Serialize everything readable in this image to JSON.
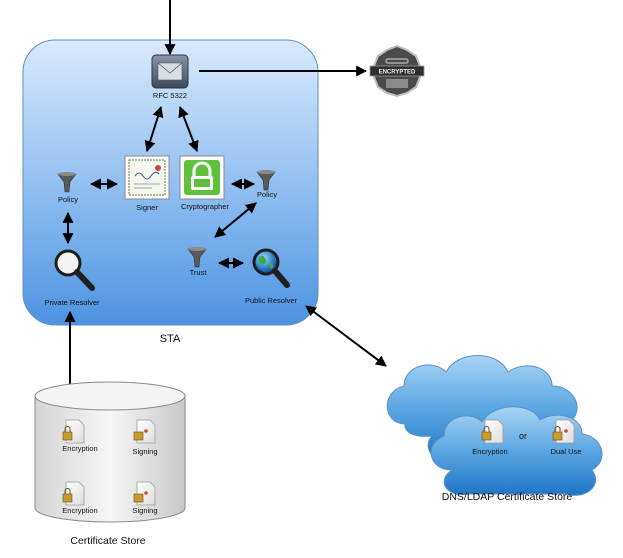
{
  "diagram": {
    "sta_label": "STA",
    "rfc_label": "RFC 5322",
    "encrypted_badge": "ENCRYPTED",
    "signer_label": "Signer",
    "cryptographer_label": "Cryptographer",
    "policy_left_label": "Policy",
    "policy_right_label": "Policy",
    "trust_label": "Trust",
    "private_resolver_label": "Private Resolver",
    "public_resolver_label": "Public Resolver",
    "cert_store": {
      "title": "Certificate Store",
      "items": [
        "Encryption",
        "Signing",
        "Encryption",
        "Signing"
      ]
    },
    "cloud_store": {
      "title": "DNS/LDAP Certificate Store",
      "left_item": "Encryption",
      "connector": "or",
      "right_item": "Dual Use"
    }
  },
  "colors": {
    "sta_fill_top": "#d6e8fb",
    "sta_fill_bottom": "#4d93e0",
    "cloud": "#5ca6df",
    "arrow": "#000000"
  }
}
